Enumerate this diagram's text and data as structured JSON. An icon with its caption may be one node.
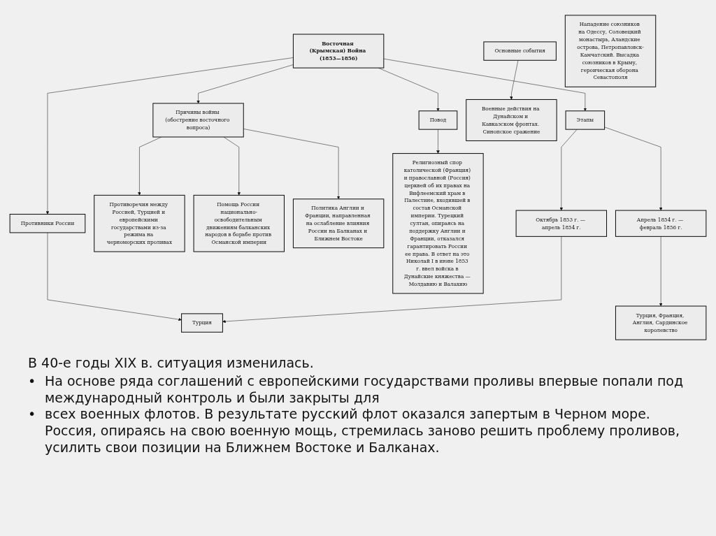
{
  "diagram": {
    "nodes": [
      {
        "text": [
          "Восточная (Крымская) Война (1853—1856)"
        ]
      },
      {
        "text": [
          "Причины войны (обострение восточного вопроса)"
        ]
      },
      {
        "text": [
          "Повод"
        ]
      },
      {
        "text": [
          "Этапы"
        ]
      },
      {
        "text": [
          "Противники России"
        ]
      },
      {
        "text": [
          "Основные события"
        ]
      },
      {
        "text": [
          "Противоречия между Россией, Турцией и европейскими государствами из-за режима на черноморских проливах"
        ]
      },
      {
        "text": [
          "Помощь России национально-освободительным движениям балканских народов в борьбе против Османской империи"
        ]
      },
      {
        "text": [
          "Политика Англии и Франции, направленная на ослабление влияния России на Балканах и Ближнем Востоке"
        ]
      },
      {
        "text": [
          "Религиозный спор католической (Франция) и православной (Россия) церквей об их правах на Вифлеемский храм в Палестине, входившей в состав Османской империи. Турецкий султан, опираясь на поддержку Англии и Франции, отказался гарантировать России ее права. В ответ на это Николай I в июне 1853 г. ввел войска в Дунайские княжества — Молдавию и Валахию"
        ]
      },
      {
        "text": [
          "Октябрь 1853 г. — апрель 1854 г."
        ]
      },
      {
        "text": [
          "Апрель 1854 г. — февраль 1856 г."
        ]
      },
      {
        "text": [
          "Турция"
        ]
      },
      {
        "text": [
          "Военные действия на Дунайском и Кавказском фронтах. Синопское сражение"
        ]
      },
      {
        "text": [
          "Турция, Франция, Англия, Сардинское королевство"
        ]
      },
      {
        "text": [
          "Нападение союзников на Одессу, Соловецкий монастырь, Аландские острова, Петропавловск-Камчатский. Высадка союзников в Крыму, героическая оборона Севастополя"
        ]
      }
    ],
    "edges": [
      {
        "from": 0,
        "to": 1,
        "arrow": "to"
      },
      {
        "from": 0,
        "to": 2,
        "arrow": "to"
      },
      {
        "from": 0,
        "to": 3,
        "arrow": "to"
      },
      {
        "from": 0,
        "to": 4,
        "arrow": "to"
      },
      {
        "from": 1,
        "to": 6,
        "arrow": "to"
      },
      {
        "from": 1,
        "to": 7,
        "arrow": "to"
      },
      {
        "from": 1,
        "to": 8,
        "arrow": "to"
      },
      {
        "from": 2,
        "to": 9,
        "arrow": "to"
      },
      {
        "from": 3,
        "to": 10,
        "arrow": "to"
      },
      {
        "from": 3,
        "to": 11,
        "arrow": "to"
      },
      {
        "from": 4,
        "to": 12,
        "arrow": "to"
      },
      {
        "from": 5,
        "to": 13,
        "arrow": "to"
      },
      {
        "from": 10,
        "to": 12,
        "arrow": "to"
      },
      {
        "from": 11,
        "to": 14,
        "arrow": "to"
      }
    ],
    "labels": [
      "В 40-е годы XIX в. ситуация изменилась.",
      "•",
      "На основе ряда соглашений с европейскими государствами проливы впервые попали под международный контроль и были закрыты для",
      "•",
      "всех военных флотов. В результате русский флот оказался запертым в Черном море. Россия, опираясь на свою военную мощь, стремилась заново решить проблему проливов, усилить свои позиции на Ближнем Востоке и Балканах."
    ]
  }
}
